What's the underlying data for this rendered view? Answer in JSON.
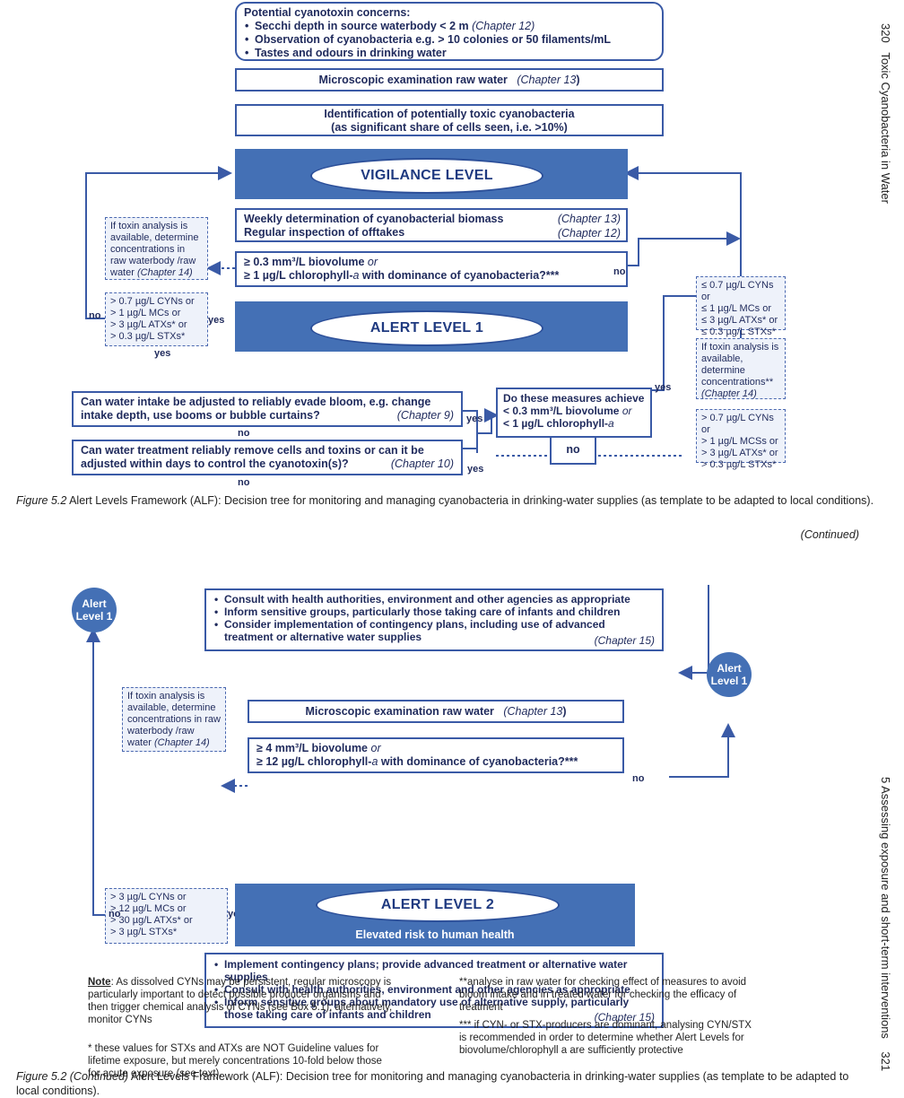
{
  "header": {
    "page_left": "320",
    "title_left": "Toxic Cyanobacteria in Water",
    "page_right": "321",
    "title_right": "5 Assessing exposure and short-term interventions"
  },
  "top": {
    "concerns_title": "Potential cyanotoxin concerns:",
    "concerns": [
      {
        "text": "Secchi depth in source waterbody < 2 m",
        "ref": "(Chapter 12)"
      },
      {
        "text": "Observation of cyanobacteria e.g. > 10 colonies or 50 filaments/mL",
        "ref": ""
      },
      {
        "text": "Tastes and odours in drinking water",
        "ref": ""
      }
    ],
    "microscopic": "Microscopic examination raw water",
    "microscopic_ref": "(Chapter 13",
    "microscopic_ref_end": ")",
    "identification": "Identification of potentially toxic cyanobacteria",
    "identification_sub": "(as significant share of cells seen, i.e. >10%)",
    "vigilance": "VIGILANCE LEVEL",
    "weekly": "Weekly determination of cyanobacterial biomass",
    "weekly_ref": "(Chapter 13)",
    "inspection": "Regular inspection of offtakes",
    "inspection_ref": "(Chapter 12)",
    "threshold1_a": "≥ 0.3 mm³/L biovolume",
    "threshold1_or": "or",
    "threshold1_b": "≥ 1 µg/L chlorophyll-",
    "threshold1_b_it": "a",
    "threshold1_c": " with dominance of cyanobacteria?***",
    "toxin_note1": "If toxin analysis is available, determine concentrations in raw waterbody /raw water",
    "toxin_note1_ref": "(Chapter 14)",
    "toxin_vals1": [
      "> 0.7 µg/L CYNs or",
      "> 1 µg/L MCs or",
      "> 3 µg/L ATXs* or",
      "> 0.3 µg/L STXs*"
    ],
    "alert1": "ALERT LEVEL 1",
    "intake_q": "Can water intake be adjusted to reliably evade bloom, e.g. change intake depth, use booms or bubble curtains?",
    "intake_ref": "(Chapter 9)",
    "treat_q": "Can water treatment reliably remove cells and toxins or can it be adjusted within days to control the cyanotoxin(s)?",
    "treat_ref": "(Chapter 10)",
    "measures_q": "Do these measures achieve",
    "measures_a": "< 0.3 mm³/L biovolume",
    "measures_b": "< 1 µg/L chlorophyll-",
    "right_low": [
      "≤ 0.7 µg/L CYNs or",
      "≤ 1 µg/L MCs or",
      "≤ 3 µg/L ATXs* or",
      "≤ 0.3 µg/L STXs*"
    ],
    "right_note": "If toxin analysis is available, determine concentrations**",
    "right_note_ref": "(Chapter 14)",
    "right_high": [
      "> 0.7 µg/L CYNs or",
      "> 1 µg/L MCSs or",
      "> 3 µg/L ATXs* or",
      "> 0.3 µg/L STXs*"
    ]
  },
  "labels": {
    "yes": "yes",
    "no": "no"
  },
  "caption1_label": "Figure 5.2",
  "caption1": "Alert Levels Framework (ALF): Decision tree for monitoring and managing cyanobacteria in drinking-water supplies (as template to be adapted to local conditions).",
  "continued": "(Continued)",
  "bottom": {
    "alert_circle": "Alert Level 1",
    "consult_list": [
      "Consult with health authorities, environment and other agencies as appropriate",
      "Inform sensitive groups, particularly those taking care of infants and children",
      "Consider implementation of contingency plans, including use of advanced treatment or alternative water supplies"
    ],
    "consult_ref": "(Chapter 15)",
    "microscopic": "Microscopic examination raw water",
    "microscopic_ref": "(Chapter 13",
    "microscopic_ref_end": ")",
    "threshold2_a": "≥ 4 mm³/L biovolume",
    "threshold2_b": "≥ 12 µg/L chlorophyll-",
    "toxin_note2": "If toxin analysis is available, determine concentrations in raw waterbody /raw water",
    "toxin_note2_ref": "(Chapter 14)",
    "toxin_vals2": [
      "> 3 µg/L CYNs or",
      "> 12 µg/L MCs or",
      "> 30 µg/L ATXs* or",
      "> 3 µg/L STXs*"
    ],
    "alert2": "ALERT LEVEL 2",
    "alert2_sub": "Elevated risk to human health",
    "actions": [
      "Implement contingency plans; provide advanced treatment or alternative water supplies",
      "Consult with health authorities, environment and other agencies as appropriate",
      "Inform sensitive groups about mandatory use of alternative supply, particularly those taking care of infants and children"
    ],
    "actions_ref": "(Chapter 15)"
  },
  "notes": {
    "note_label": "Note",
    "note1": ": As dissolved CYNs may be persistent, regular microscopy is particularly important to detect possible producer organisms and then trigger chemical analysis of CYNs (see Box 5.1); alternatively, monitor CYNs",
    "note2": "* these values for STXs and ATXs are NOT Guideline values for lifetime exposure, but merely concentrations 10-fold below those for acute exposure (see text).",
    "note3": "**analyse in raw water for checking effect of measures to avoid bloom intake and in treated water for checking the efficacy of treatment",
    "note4": "*** if CYN- or STX-producers are dominant, analysing CYN/STX is recommended in order to determine whether Alert Levels for biovolume/chlorophyll a are sufficiently protective"
  },
  "caption2_label": "Figure 5.2 (Continued)",
  "caption2": "Alert Levels Framework (ALF): Decision tree for monitoring and managing cyanobacteria in drinking-water supplies (as template to be adapted to local conditions)."
}
